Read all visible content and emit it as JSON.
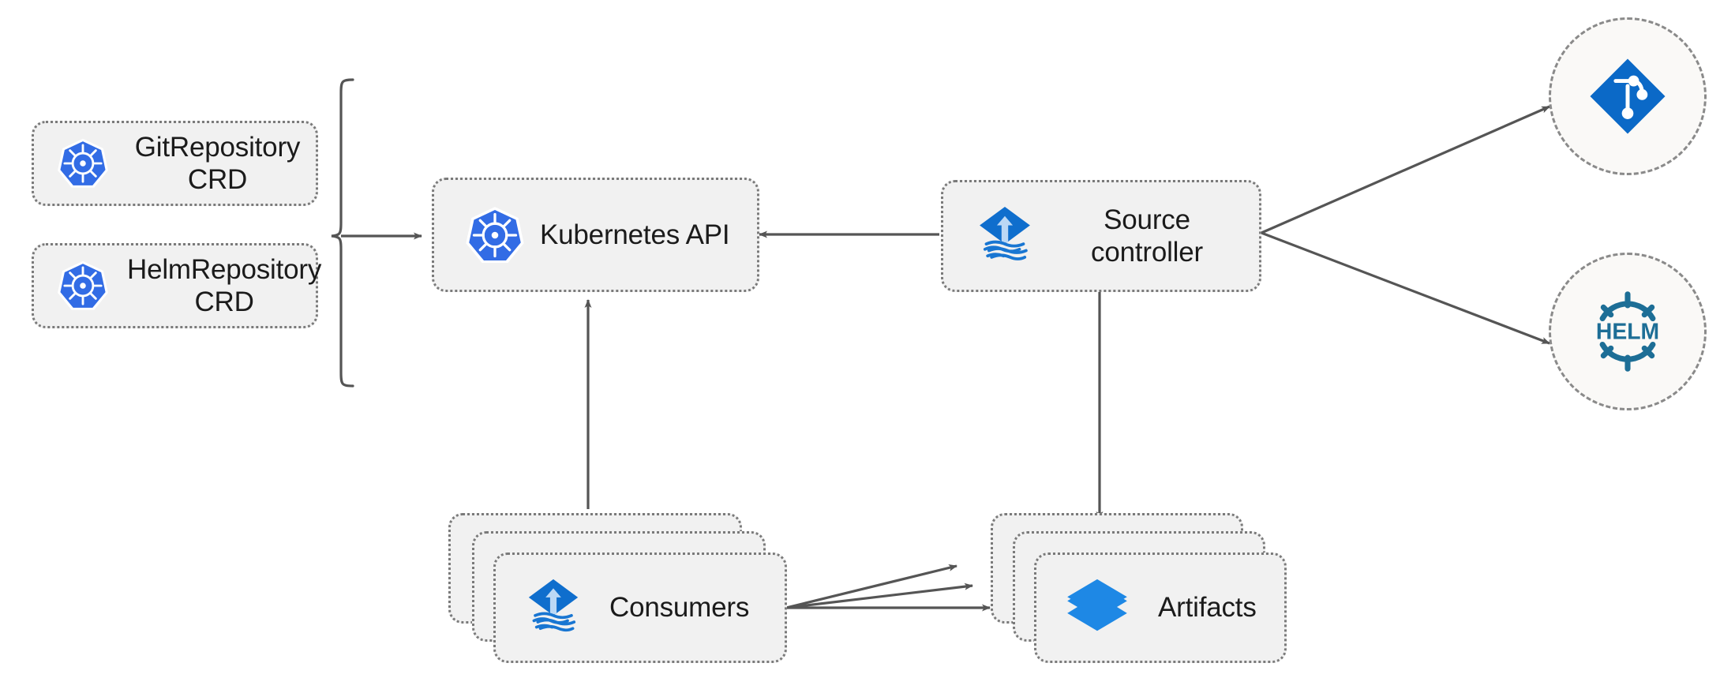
{
  "diagram": {
    "title": "Flux source-controller architecture",
    "background": "#ffffff",
    "colors": {
      "node_fill": "#f1f1f1",
      "node_border": "#7a7a7a",
      "circle_fill": "#faf9f7",
      "circle_border": "#8a8a8a",
      "arrow": "#555555",
      "kubernetes_blue": "#326ce5",
      "flux_blue": "#0f6ecd",
      "git_blue": "#0b69c7",
      "helm_teal": "#1d6e96",
      "artifact_blue": "#1e88e5",
      "text": "#1b1b1b"
    }
  },
  "nodes": {
    "git_repository_crd": {
      "label": "GitRepository\nCRD",
      "icon": "kubernetes-icon"
    },
    "helm_repository_crd": {
      "label": "HelmRepository\nCRD",
      "icon": "kubernetes-icon"
    },
    "kubernetes_api": {
      "label": "Kubernetes API",
      "icon": "kubernetes-icon"
    },
    "source_controller": {
      "label": "Source\ncontroller",
      "icon": "flux-icon"
    },
    "consumers": {
      "label": "Consumers",
      "icon": "flux-icon",
      "stack_count": 3
    },
    "artifacts": {
      "label": "Artifacts",
      "icon": "layers-icon",
      "stack_count": 3
    },
    "git_source": {
      "label": "",
      "icon": "git-icon"
    },
    "helm_source": {
      "label": "HELM",
      "icon": "helm-icon"
    }
  },
  "edges": [
    {
      "from": "crd-bracket",
      "to": "kubernetes_api",
      "style": "solid-arrow"
    },
    {
      "from": "source_controller",
      "to": "kubernetes_api",
      "style": "solid-arrow"
    },
    {
      "from": "source_controller",
      "to": "git_source",
      "style": "solid-arrow"
    },
    {
      "from": "source_controller",
      "to": "helm_source",
      "style": "solid-arrow"
    },
    {
      "from": "source_controller",
      "to": "artifacts",
      "style": "solid-arrow"
    },
    {
      "from": "consumers",
      "to": "kubernetes_api",
      "style": "solid-arrow"
    },
    {
      "from": "consumers",
      "to": "artifacts",
      "style": "solid-arrow"
    },
    {
      "from": "consumers",
      "to": "artifacts",
      "style": "solid-arrow"
    },
    {
      "from": "consumers",
      "to": "artifacts",
      "style": "solid-arrow"
    }
  ]
}
